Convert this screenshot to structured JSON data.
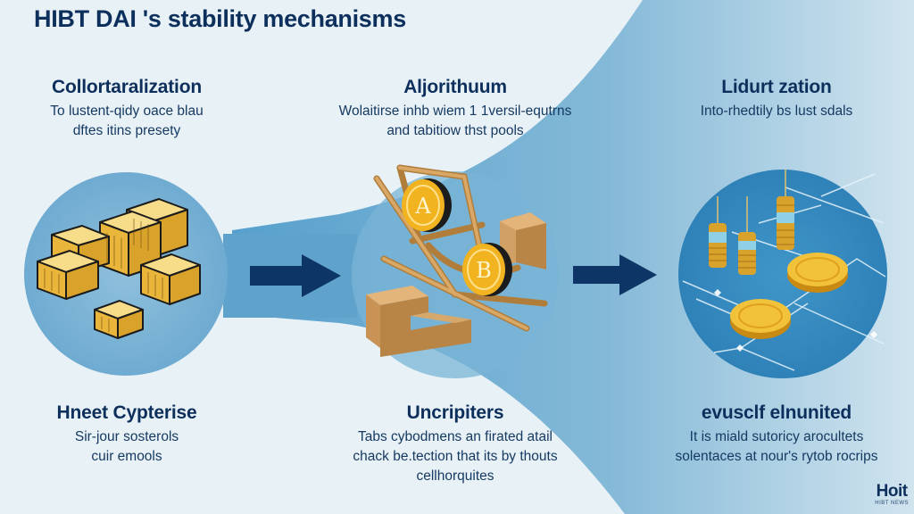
{
  "header": {
    "title": "HIBT DAI 's stability mechanisms"
  },
  "sections": {
    "top": [
      {
        "heading": "Collortaralization",
        "description_lines": [
          "To lustent-qidy oace blau",
          "dftes itins presety"
        ]
      },
      {
        "heading": "Aljorithuum",
        "description_lines": [
          "Wolaitirse inhb wiem 1 1versil-equtrns",
          "and tabitiow thst pools"
        ]
      },
      {
        "heading": "Lidurt zation",
        "description_lines": [
          "Into-rhedtily bs lust sdals"
        ]
      }
    ],
    "bottom": [
      {
        "heading": "Hneet Cypterise",
        "description_lines": [
          "Sir-jour sosterols",
          "cuir emools"
        ]
      },
      {
        "heading": "Uncripiters",
        "description_lines": [
          "Tabs cybodmens an firated atail",
          "chack be.tection that its by thouts",
          "cellhorquites"
        ]
      },
      {
        "heading": "evusclf elnunited",
        "description_lines": [
          "It is miald sutoricy arocultets",
          "solentaces at nour's rytob rocrips"
        ]
      }
    ]
  },
  "illustrations": [
    {
      "name": "gold-bars-stack",
      "section": "collateralization"
    },
    {
      "name": "coin-balance-scale",
      "section": "algorithm",
      "coin_labels": [
        "A",
        "B"
      ]
    },
    {
      "name": "coin-network-liquidation",
      "section": "liquidation"
    }
  ],
  "flow_arrows": [
    "collateralization-to-algorithm",
    "algorithm-to-liquidation"
  ],
  "logo": {
    "mark": "Hoit",
    "subtext": "HIBT NEWS"
  },
  "colors": {
    "background": "#e8f1f6",
    "band": "#5fa3cc",
    "circle": "#8fc0dc",
    "circle_dark": "#3f8fc2",
    "navy": "#0d2f5c",
    "gold": "#f2c23a"
  }
}
